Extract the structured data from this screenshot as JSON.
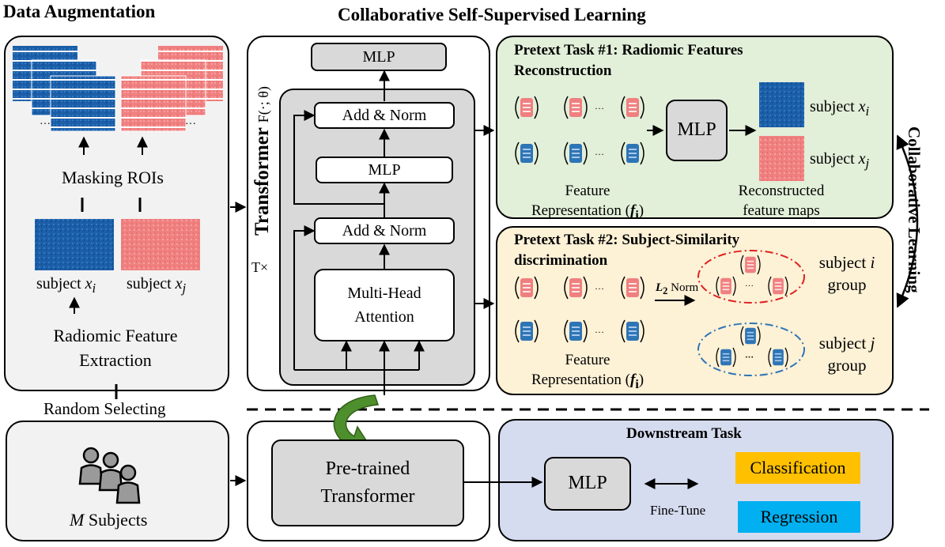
{
  "headers": {
    "left": "Data Augmentation",
    "center": "Collaborative Self-Supervised Learning"
  },
  "augmentation": {
    "masking_label": "Masking ROIs",
    "subject_prefix": "subject",
    "subject_i_var": "x",
    "subject_i_sub": "i",
    "subject_j_var": "x",
    "subject_j_sub": "j",
    "extraction_line1": "Radiomic Feature",
    "extraction_line2": "Extraction",
    "random_selecting": "Random Selecting",
    "subjects_var": "M",
    "subjects_label": "Subjects"
  },
  "transformer": {
    "title": "Transformer",
    "func": "F(·; θ)",
    "repeat": "T×",
    "mlp_top": "MLP",
    "add_norm_1": "Add & Norm",
    "mlp_mid": "MLP",
    "add_norm_2": "Add & Norm",
    "attention_line1": "Multi-Head",
    "attention_line2": "Attention",
    "pretrained_line1": "Pre-trained",
    "pretrained_line2": "Transformer"
  },
  "task1": {
    "title_line1": "Pretext Task #1: Radiomic Features",
    "title_line2": "Reconstruction",
    "mlp": "MLP",
    "subject_prefix": "subject",
    "subject_var": "x",
    "sub_i": "i",
    "sub_j": "j",
    "feature_line1": "Feature",
    "feature_line2": "Representation (",
    "feature_f": "f",
    "feature_sub": "i",
    "feature_close": ")",
    "recon_line1": "Reconstructed",
    "recon_line2": "feature maps"
  },
  "task2": {
    "title_line1": "Pretext Task #2: Subject-Similarity",
    "title_line2": "discrimination",
    "norm_l": "L",
    "norm_sub": "2",
    "norm_word": " Norm",
    "group_i_line1": "subject ",
    "group_i_var": "i",
    "group_i_line2": "group",
    "group_j_line1": "subject ",
    "group_j_var": "j",
    "group_j_line2": "group",
    "feature_line1": "Feature",
    "feature_line2": "Representation (",
    "feature_f": "f",
    "feature_sub": "i",
    "feature_close": ")"
  },
  "collaborative_label": "Collaborative Learning",
  "downstream": {
    "title": "Downstream Task",
    "mlp": "MLP",
    "finetune": "Fine-Tune",
    "classification": "Classification",
    "regression": "Regression"
  },
  "ellipsis": "···",
  "colors": {
    "blue_map": "#1c5fa8",
    "red_map": "#f08080",
    "task1_bg": "#e2efd9",
    "task2_bg": "#fdf1d6",
    "downstream_bg": "#d6dcef",
    "gray_box": "#d9d9d9",
    "classification_bg": "#ffc000",
    "regression_bg": "#00b0f0",
    "group_i_dash": "#e02020",
    "group_j_dash": "#2e75b6",
    "curve_arrow": "#4e8f2d"
  }
}
